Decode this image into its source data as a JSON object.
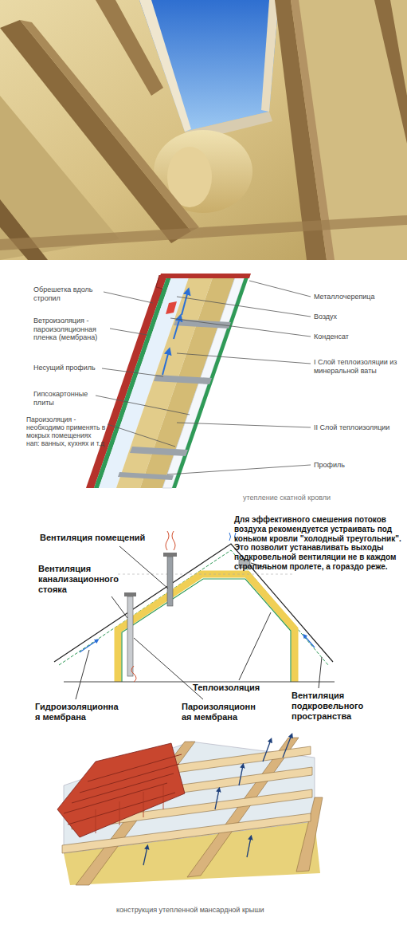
{
  "diagram": {
    "caption": "конструкция утепленной мансардной крыши",
    "labels": [
      "Обрешетка вдоль стропил",
      "Ветроизоляция - пароизоляционная пленка (мембрана)",
      "Несущий профиль",
      "Гипсокартонные плиты",
      "Пароизоляция - необходимо применять в мокрых помещениях нап: ванных, кухнях и т.д",
      "Металлочерепица",
      "Воздух",
      "Конденсат",
      "I Слой теплоизоляции из минеральной ваты",
      "II Слой теплоизоляции",
      "Профиль",
      "утепление скатной кровли",
      "Вентиляция помещений",
      "Для эффективного смешения потоков воздуха рекомендуется устраивать под коньком кровли \"холодный треугольник\". Это позволит устанавливать выходы подкровельной вентиляции не в каждом стропильном пролете, а гораздо реже.",
      "Вентиляция канализационного стояка",
      "Теплоизоляция",
      "Гидроизоляционна я мембрана",
      "Пароизоляционн ая мембрана",
      "Вентиляция подкровельного пространства"
    ]
  }
}
